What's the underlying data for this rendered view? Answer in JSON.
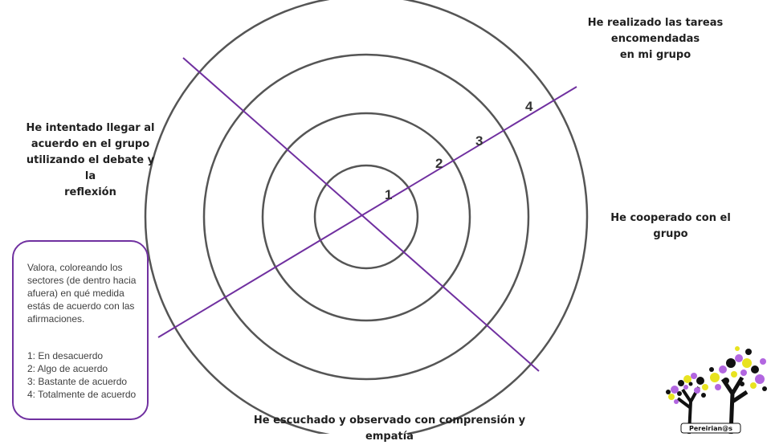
{
  "statements": {
    "top_right": [
      "He realizado las tareas encomendadas",
      "en mi grupo"
    ],
    "left": [
      "He intentado llegar al",
      "acuerdo en el grupo",
      "utilizando el debate y la",
      "reflexión"
    ],
    "right": "He cooperado con el grupo",
    "bottom": "He escuchado y observado con comprensión y empatía"
  },
  "ring_labels": [
    "1",
    "2",
    "3",
    "4"
  ],
  "legend": {
    "instructions": "Valora, coloreando los sectores (de dentro hacia afuera) en qué medida estás de acuerdo con las afirmaciones.",
    "scale": [
      "1: En desacuerdo",
      "2: Algo de acuerdo",
      "3: Bastante de acuerdo",
      "4: Totalmente de acuerdo"
    ]
  },
  "logo": {
    "text": "Pereirian@s"
  },
  "colors": {
    "ring": "#555555",
    "divider": "#7030a0",
    "accent_purple": "#b266e0",
    "accent_yellow": "#e8e320"
  }
}
